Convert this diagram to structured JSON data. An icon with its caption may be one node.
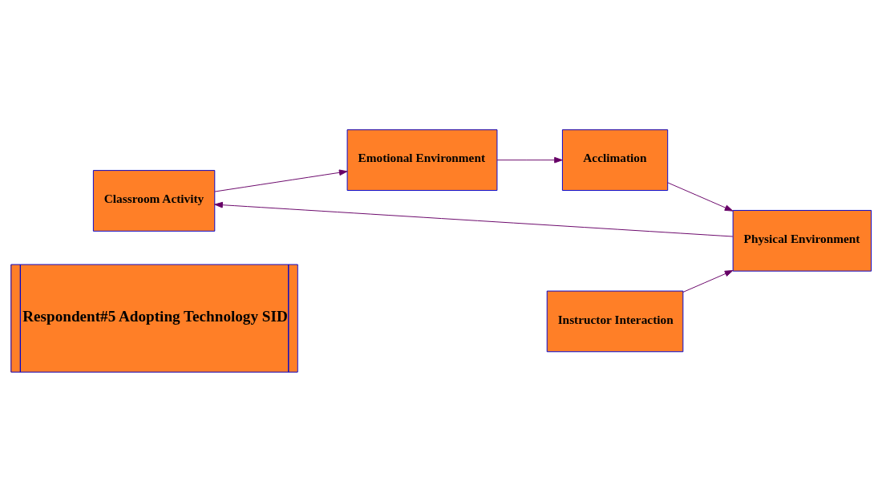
{
  "diagram": {
    "nodes": [
      {
        "text": [
          "Respondent#5 Adopting Technology SID"
        ]
      },
      {
        "text": [
          "Classroom Activity"
        ]
      },
      {
        "text": [
          "Emotional Environment"
        ]
      },
      {
        "text": [
          "Instructor Interaction"
        ]
      },
      {
        "text": [
          "Physical Environment"
        ]
      },
      {
        "text": [
          "Acclimation"
        ]
      }
    ],
    "edges": [
      {
        "from": 3,
        "to": 4,
        "arrow": "to"
      },
      {
        "from": 4,
        "to": 1,
        "arrow": "to"
      },
      {
        "from": 1,
        "to": 2,
        "arrow": "to"
      },
      {
        "from": 2,
        "to": 5,
        "arrow": "to"
      },
      {
        "from": 5,
        "to": 4,
        "arrow": "to"
      }
    ]
  }
}
